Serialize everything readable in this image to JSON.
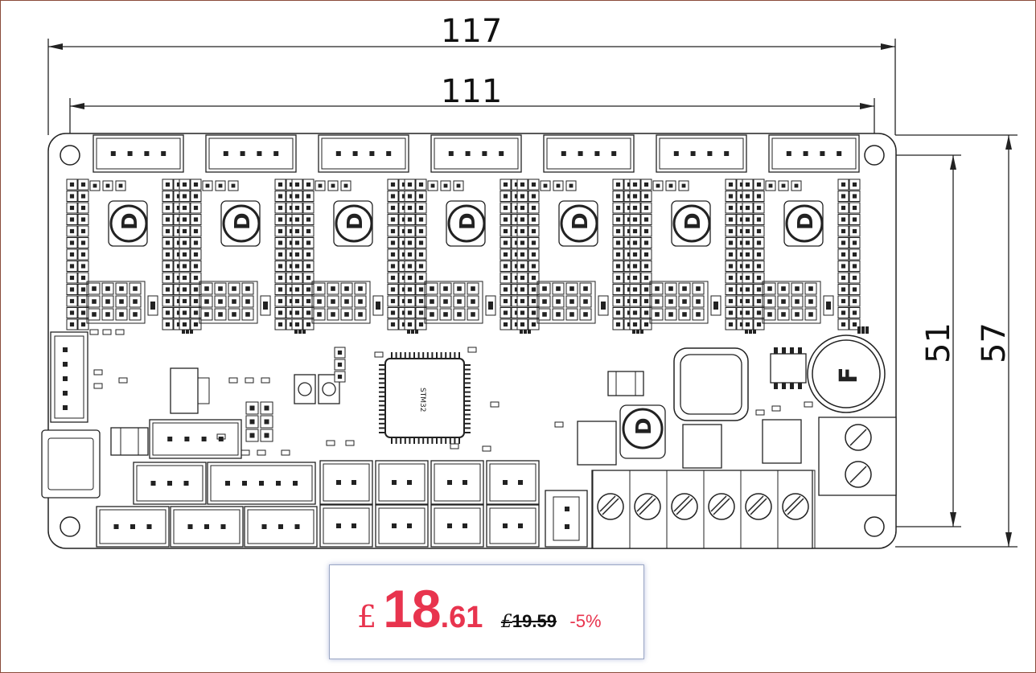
{
  "dimensions": {
    "width_outer": "117",
    "width_inner": "111",
    "height_inner": "51",
    "height_outer": "57"
  },
  "board": {
    "driver_count": 7,
    "chip_label": "STM32",
    "driver_chip_label": "D",
    "battery_label": "F"
  },
  "price": {
    "currency": "£",
    "integer": "18",
    "decimal": ".61",
    "old_currency": "£",
    "old_value": "19.59",
    "discount": "-5%"
  },
  "colors": {
    "accent": "#e8344e",
    "frame": "#8a4b3a",
    "line": "#222222"
  }
}
